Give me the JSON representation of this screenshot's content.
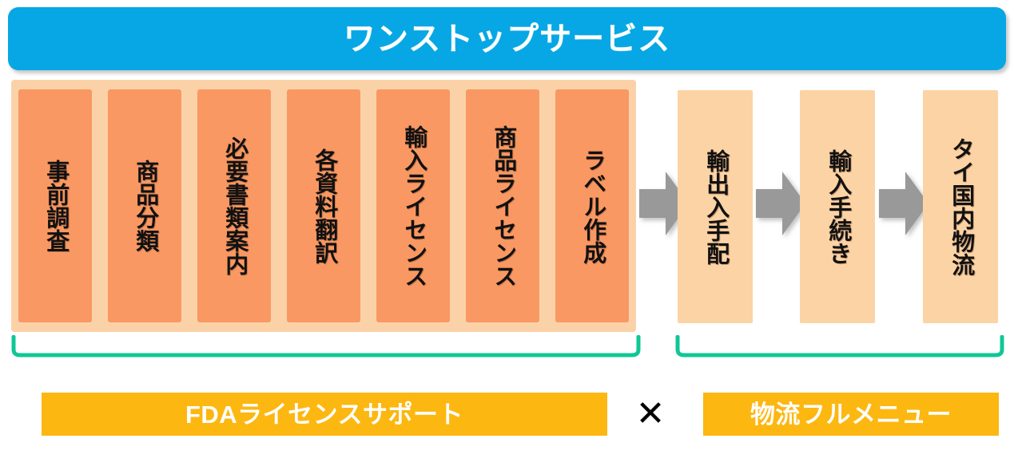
{
  "header": {
    "title": "ワンストップサービス",
    "background_color": "#06A7E4",
    "text_color": "#FFFFFF"
  },
  "fda_group": {
    "container_color": "#FBD2A8",
    "step_color": "#F99862",
    "steps": [
      {
        "label": "事前調査"
      },
      {
        "label": "商品分類"
      },
      {
        "label": "必要書類案内"
      },
      {
        "label": "各資料翻訳"
      },
      {
        "label": "輸入ライセンス"
      },
      {
        "label": "商品ライセンス"
      },
      {
        "label": "ラベル作成"
      }
    ]
  },
  "logistics_group": {
    "step_color": "#FCD3A4",
    "steps": [
      {
        "label": "輸出入手配"
      },
      {
        "label": "輸入手続き"
      },
      {
        "label": "タイ国内物流"
      }
    ]
  },
  "arrows": {
    "color": "#999999",
    "icon": "arrow-right-icon",
    "count": 3
  },
  "brackets": {
    "color": "#0FC795",
    "fda_bracket_label": "FDA group bracket",
    "logistics_bracket_label": "Logistics group bracket"
  },
  "footer": {
    "bar_color": "#FCB711",
    "text_color": "#FFFFFF",
    "fda_bar_label": "FDAライセンスサポート",
    "multiply_symbol": "✕",
    "logistics_bar_label": "物流フルメニュー"
  }
}
